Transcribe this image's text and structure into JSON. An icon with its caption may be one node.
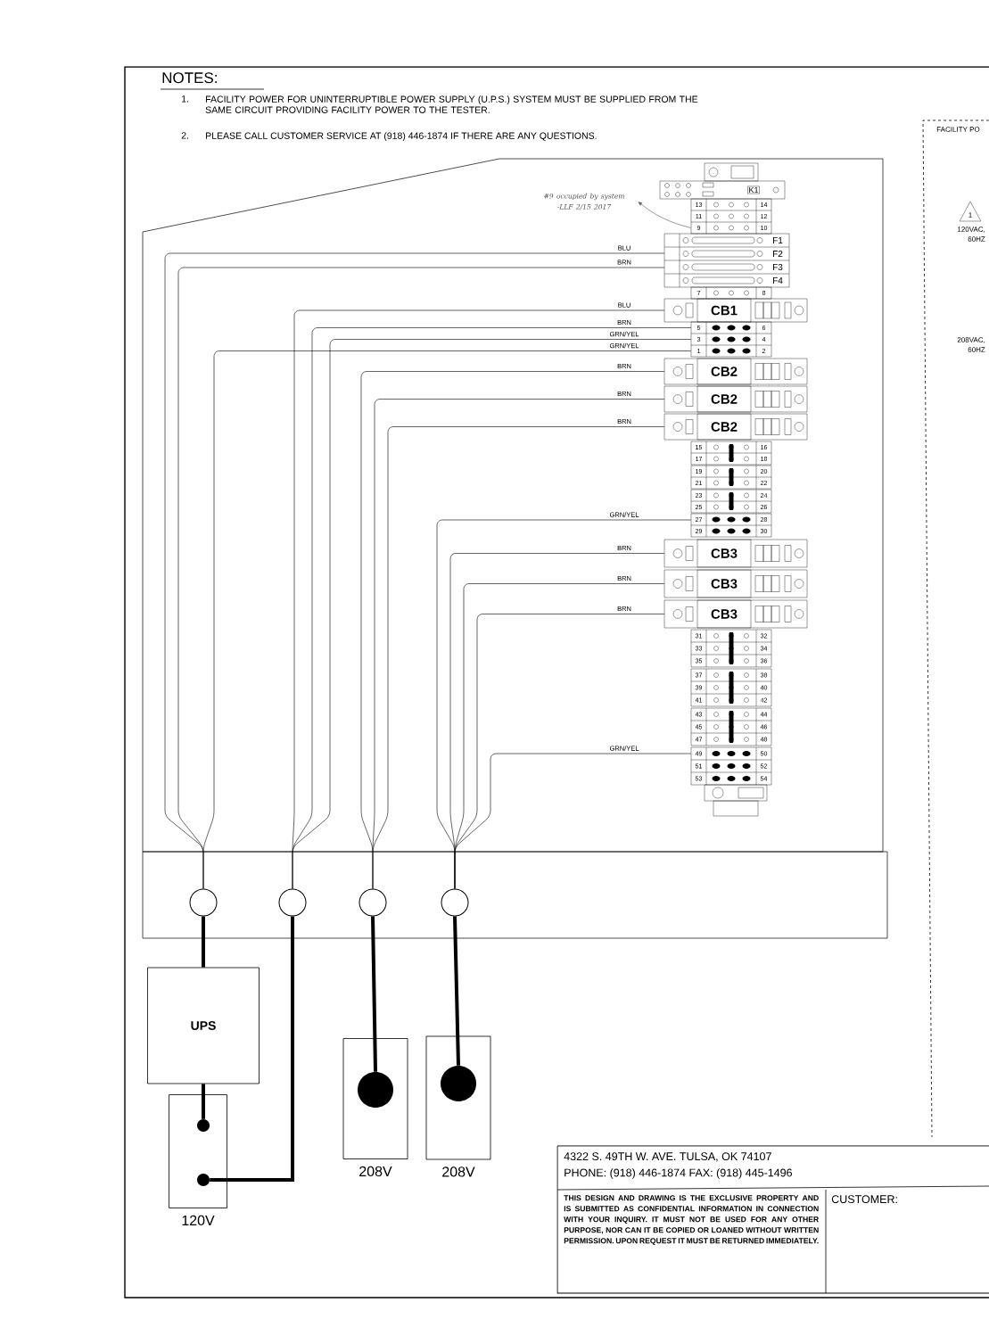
{
  "diagram": {
    "nodes": [
      {
        "text": [
          "#9 occupied by system -LLF 2/15 2017"
        ]
      },
      {
        "text": [
          "K1"
        ]
      },
      {
        "text": [
          "13",
          "14",
          "11",
          "12",
          "9",
          "10"
        ]
      },
      {
        "text": [
          "F1",
          "F2",
          "F3",
          "F4"
        ]
      },
      {
        "text": [
          "7",
          "8"
        ]
      },
      {
        "text": [
          "CB1"
        ]
      },
      {
        "text": [
          "5",
          "6",
          "3",
          "4",
          "1",
          "2"
        ]
      },
      {
        "text": [
          "CB2"
        ]
      },
      {
        "text": [
          "CB2"
        ]
      },
      {
        "text": [
          "CB2"
        ]
      },
      {
        "text": [
          "15",
          "16",
          "17",
          "18"
        ]
      },
      {
        "text": [
          "19",
          "20",
          "21",
          "22"
        ]
      },
      {
        "text": [
          "23",
          "24",
          "25",
          "26"
        ]
      },
      {
        "text": [
          "27",
          "28",
          "29",
          "30"
        ]
      },
      {
        "text": [
          "CB3"
        ]
      },
      {
        "text": [
          "CB3"
        ]
      },
      {
        "text": [
          "CB3"
        ]
      },
      {
        "text": [
          "31",
          "32",
          "33",
          "34",
          "35",
          "36"
        ]
      },
      {
        "text": [
          "37",
          "38",
          "39",
          "40",
          "41",
          "42"
        ]
      },
      {
        "text": [
          "43",
          "44",
          "45",
          "46",
          "47",
          "48"
        ]
      },
      {
        "text": [
          "49",
          "50",
          "51",
          "52",
          "53",
          "54"
        ]
      },
      {
        "text": [],
        "shape": "circle"
      },
      {
        "text": [],
        "shape": "circle"
      },
      {
        "text": [],
        "shape": "circle"
      },
      {
        "text": [],
        "shape": "circle"
      },
      {
        "text": [
          "UPS"
        ]
      },
      {
        "text": [],
        "shape": "box",
        "beside": [
          "120V"
        ]
      },
      {
        "text": [],
        "shape": "circle",
        "in": 26
      },
      {
        "text": [],
        "shape": "circle",
        "in": 26
      },
      {
        "text": [],
        "shape": "box",
        "beside": [
          "208V"
        ]
      },
      {
        "text": [],
        "shape": "circle",
        "in": 29
      },
      {
        "text": [],
        "shape": "box",
        "beside": [
          "208V"
        ]
      },
      {
        "text": [],
        "shape": "circle",
        "in": 31
      }
    ],
    "edges": [
      {
        "from": 2,
        "to": 0,
        "arrow": "to",
        "color": "#555555"
      },
      {
        "from": 3,
        "to": 21,
        "arrow": "none",
        "label": "BLU"
      },
      {
        "from": 3,
        "to": 21,
        "arrow": "none",
        "label": "BRN"
      },
      {
        "from": 5,
        "to": 22,
        "arrow": "none",
        "label": "BLU"
      },
      {
        "from": 6,
        "to": 22,
        "arrow": "none",
        "label": "BRN"
      },
      {
        "from": 6,
        "to": 22,
        "arrow": "none",
        "label": "GRN/YEL"
      },
      {
        "from": 6,
        "to": 21,
        "arrow": "none",
        "label": "GRN/YEL"
      },
      {
        "from": 7,
        "to": 23,
        "arrow": "none",
        "label": "BRN"
      },
      {
        "from": 8,
        "to": 23,
        "arrow": "none",
        "label": "BRN"
      },
      {
        "from": 9,
        "to": 23,
        "arrow": "none",
        "label": "BRN"
      },
      {
        "from": 13,
        "to": 24,
        "arrow": "none",
        "label": "GRN/YEL"
      },
      {
        "from": 14,
        "to": 24,
        "arrow": "none",
        "label": "BRN"
      },
      {
        "from": 15,
        "to": 24,
        "arrow": "none",
        "label": "BRN"
      },
      {
        "from": 16,
        "to": 24,
        "arrow": "none",
        "label": "BRN"
      },
      {
        "from": 20,
        "to": 24,
        "arrow": "none",
        "label": "GRN/YEL"
      },
      {
        "from": 21,
        "to": 25,
        "arrow": "none",
        "style": "thick"
      },
      {
        "from": 25,
        "to": 27,
        "arrow": "none",
        "style": "thick"
      },
      {
        "from": 22,
        "to": 28,
        "arrow": "none",
        "style": "thick"
      },
      {
        "from": 23,
        "to": 30,
        "arrow": "none",
        "style": "thick"
      },
      {
        "from": 24,
        "to": 32,
        "arrow": "none",
        "style": "thick"
      }
    ],
    "labels": [
      "NOTES:",
      "1.",
      "FACILITY POWER FOR UNINTERRUPTIBLE POWER SUPPLY (U.P.S.) SYSTEM MUST BE SUPPLIED FROM THE SAME CIRCUIT PROVIDING FACILITY POWER TO THE TESTER.",
      "2.",
      "PLEASE CALL CUSTOMER SERVICE AT (918) 446-1874 IF THERE ARE ANY QUESTIONS.",
      "FACILITY PO",
      "1",
      "120VAC,",
      "60HZ",
      "208VAC,",
      "60HZ",
      "4322 S. 49TH W. AVE. TULSA, OK 74107",
      "PHONE: (918) 446-1874 FAX: (918) 445-1496",
      "THIS DESIGN AND DRAWING IS THE EXCLUSIVE PROPERTY AND IS SUBMITTED AS CONFIDENTIAL INFORMATION IN CONNECTION WITH YOUR INQUIRY. IT MUST NOT BE USED FOR ANY OTHER PURPOSE, NOR CAN IT BE COPIED OR LOANED WITHOUT WRITTEN PERMISSION. UPON REQUEST IT MUST BE RETURNED IMMEDIATELY.",
      "CUSTOMER:"
    ]
  }
}
